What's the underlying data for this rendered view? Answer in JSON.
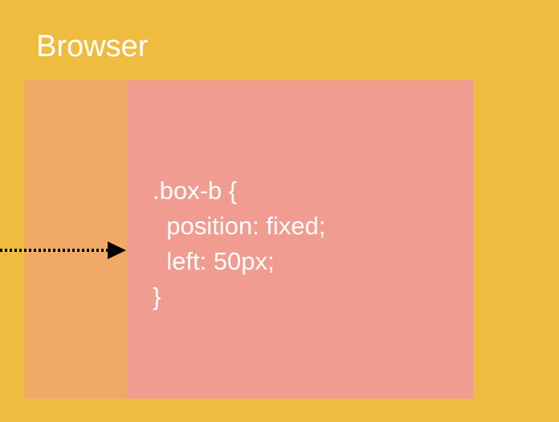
{
  "browser": {
    "title": "Browser"
  },
  "code": {
    "lines": [
      ".box-b {",
      "  position: fixed;",
      "  left: 50px;",
      "}"
    ]
  },
  "colors": {
    "background": "#EFBC3F",
    "viewport": "#F0A966",
    "box_b": "#F09C91",
    "text": "#FFFFFF",
    "arrow": "#000000"
  }
}
